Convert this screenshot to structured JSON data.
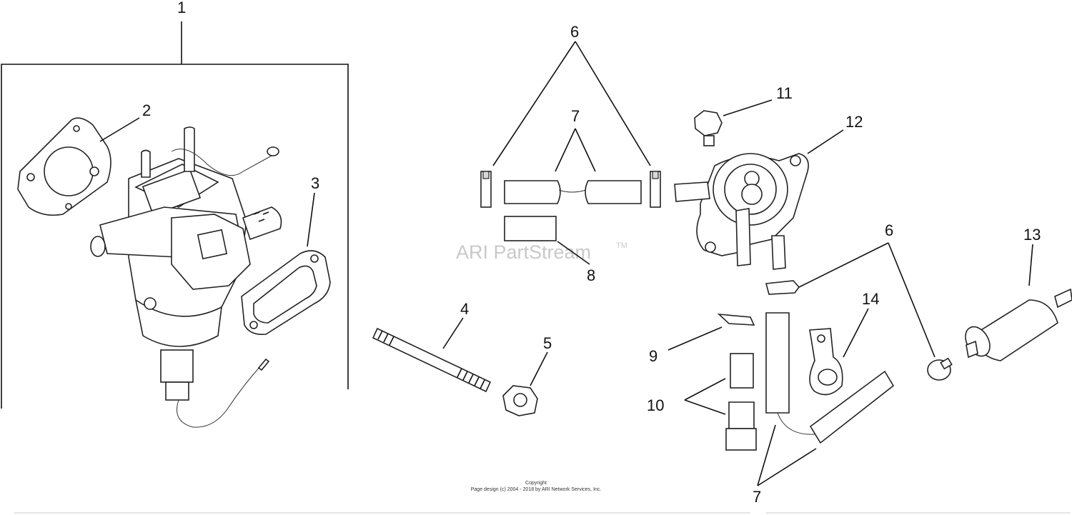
{
  "diagram": {
    "callouts": {
      "c1": "1",
      "c2": "2",
      "c3": "3",
      "c4": "4",
      "c5": "5",
      "c6a": "6",
      "c6b": "6",
      "c7a": "7",
      "c7b": "7",
      "c8": "8",
      "c9": "9",
      "c10": "10",
      "c11": "11",
      "c12": "12",
      "c13": "13",
      "c14": "14"
    },
    "watermark": {
      "text": "ARI PartStream",
      "tm": "TM"
    },
    "footer": {
      "copyright": "Copyright",
      "page_design": "Page design (c) 2004 - 2018 by ARI Network Services, Inc."
    }
  }
}
